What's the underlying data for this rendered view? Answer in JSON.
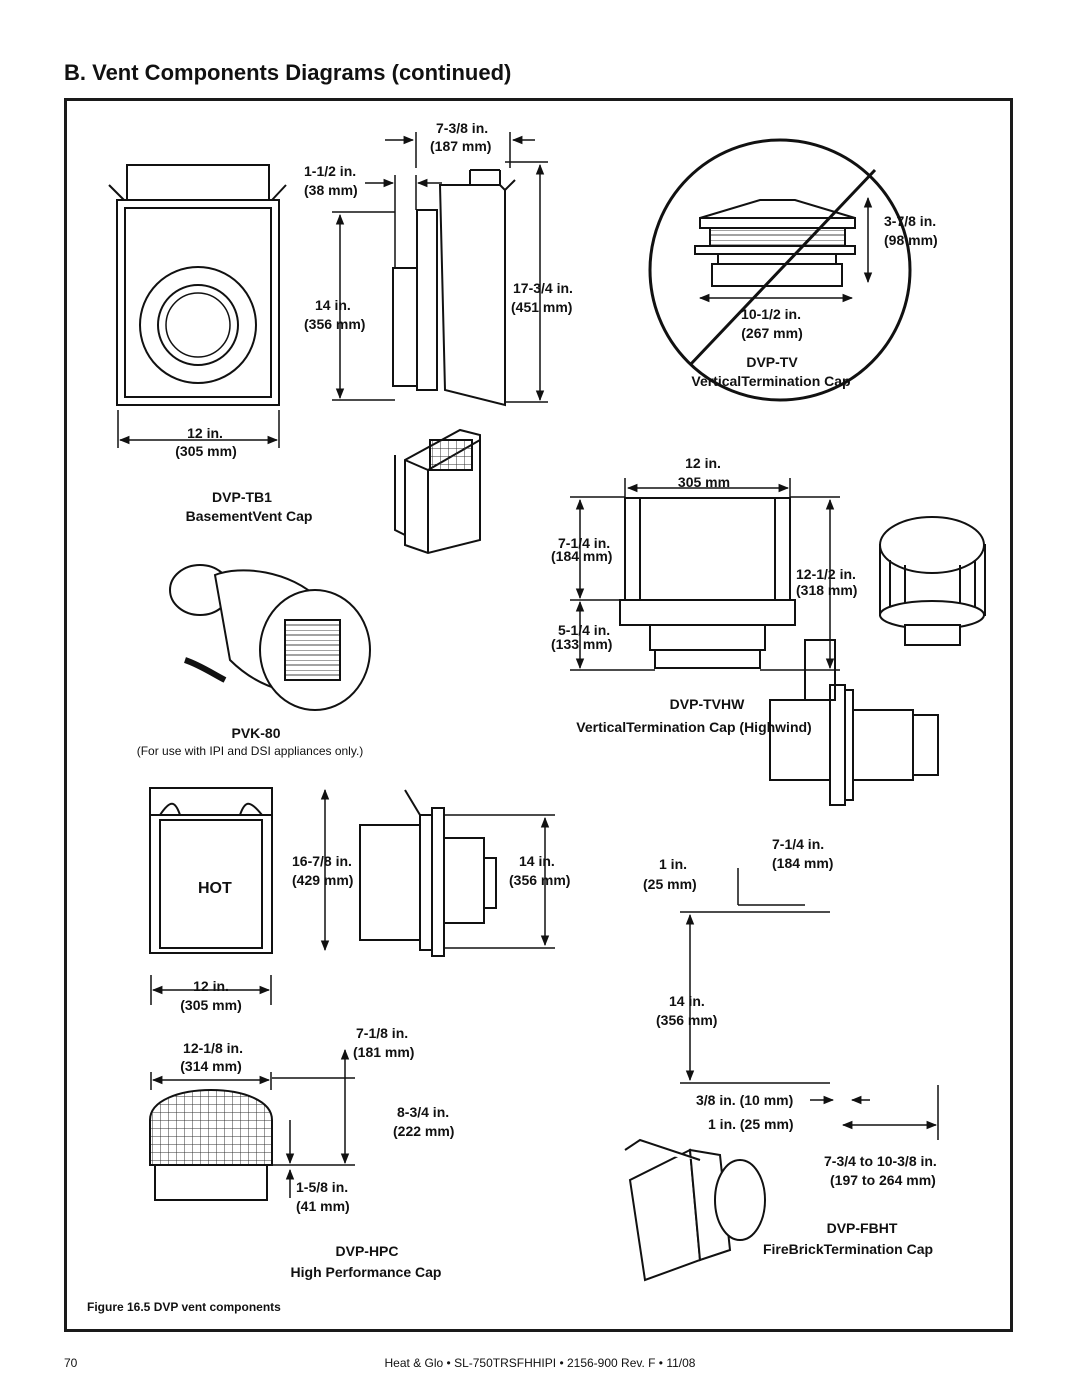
{
  "page": {
    "section_title": "B. Vent Components Diagrams (continued)",
    "caption": "Figure 16.5 DVP vent components",
    "page_number": "70",
    "footer_text": "Heat & Glo • SL-750TRSFHHIPI • 2156-900 Rev. F • 11/08"
  },
  "components": {
    "tb1": {
      "name": "DVP-TB1",
      "desc": "BasementVent Cap",
      "dims": {
        "w_in": "12 in.",
        "w_mm": "(305 mm)",
        "h_in": "14 in.",
        "h_mm": "(356 mm)",
        "top_in": "7-3/8 in.",
        "top_mm": "(187 mm)",
        "flange_in": "1-1/2 in.",
        "flange_mm": "(38 mm)",
        "depth_in": "17-3/4 in.",
        "depth_mm": "(451 mm)"
      }
    },
    "tv": {
      "name": "DVP-TV",
      "desc": "VerticalTermination Cap",
      "dims": {
        "h_in": "3-7/8 in.",
        "h_mm": "(98 mm)",
        "w_in": "10-1/2 in.",
        "w_mm": "(267 mm)"
      }
    },
    "pvk": {
      "name": "PVK-80",
      "note": "(For use with IPI and DSI appliances only.)"
    },
    "tvhw": {
      "name": "DVP-TVHW",
      "desc": "VerticalTermination Cap (Highwind)",
      "dims": {
        "w_in": "12 in.",
        "w_mm": "305 mm",
        "upper_in": "7-1/4 in.",
        "upper_mm": "(184 mm)",
        "lower_in": "5-1/4 in.",
        "lower_mm": "(133 mm)",
        "total_in": "12-1/2 in.",
        "total_mm": "(318 mm)"
      }
    },
    "hpc": {
      "name": "DVP-HPC",
      "desc": "High Performance Cap",
      "hot_label": "HOT",
      "dims": {
        "h_in": "16-7/8 in.",
        "h_mm": "(429 mm)",
        "side_in": "14 in.",
        "side_mm": "(356 mm)",
        "w_in": "12 in.",
        "w_mm": "(305 mm)",
        "grille_in": "12-1/8 in.",
        "grille_mm": "(314 mm)",
        "depth_in": "7-1/8 in.",
        "depth_mm": "(181 mm)",
        "grille_h_in": "8-3/4 in.",
        "grille_h_mm": "(222 mm)",
        "collar_in": "1-5/8 in.",
        "collar_mm": "(41 mm)"
      }
    },
    "fbht": {
      "name": "DVP-FBHT",
      "desc": "FireBrickTermination Cap",
      "dims": {
        "top_in": "7-1/4 in.",
        "top_mm": "(184 mm)",
        "off_in": "1 in.",
        "off_mm": "(25 mm)",
        "h_in": "14 in.",
        "h_mm": "(356 mm)",
        "gap1": "3/8 in. (10 mm)",
        "gap2": "1 in. (25 mm)",
        "range_in": "7-3/4 to 10-3/8 in.",
        "range_mm": "(197 to 264 mm)"
      }
    }
  }
}
